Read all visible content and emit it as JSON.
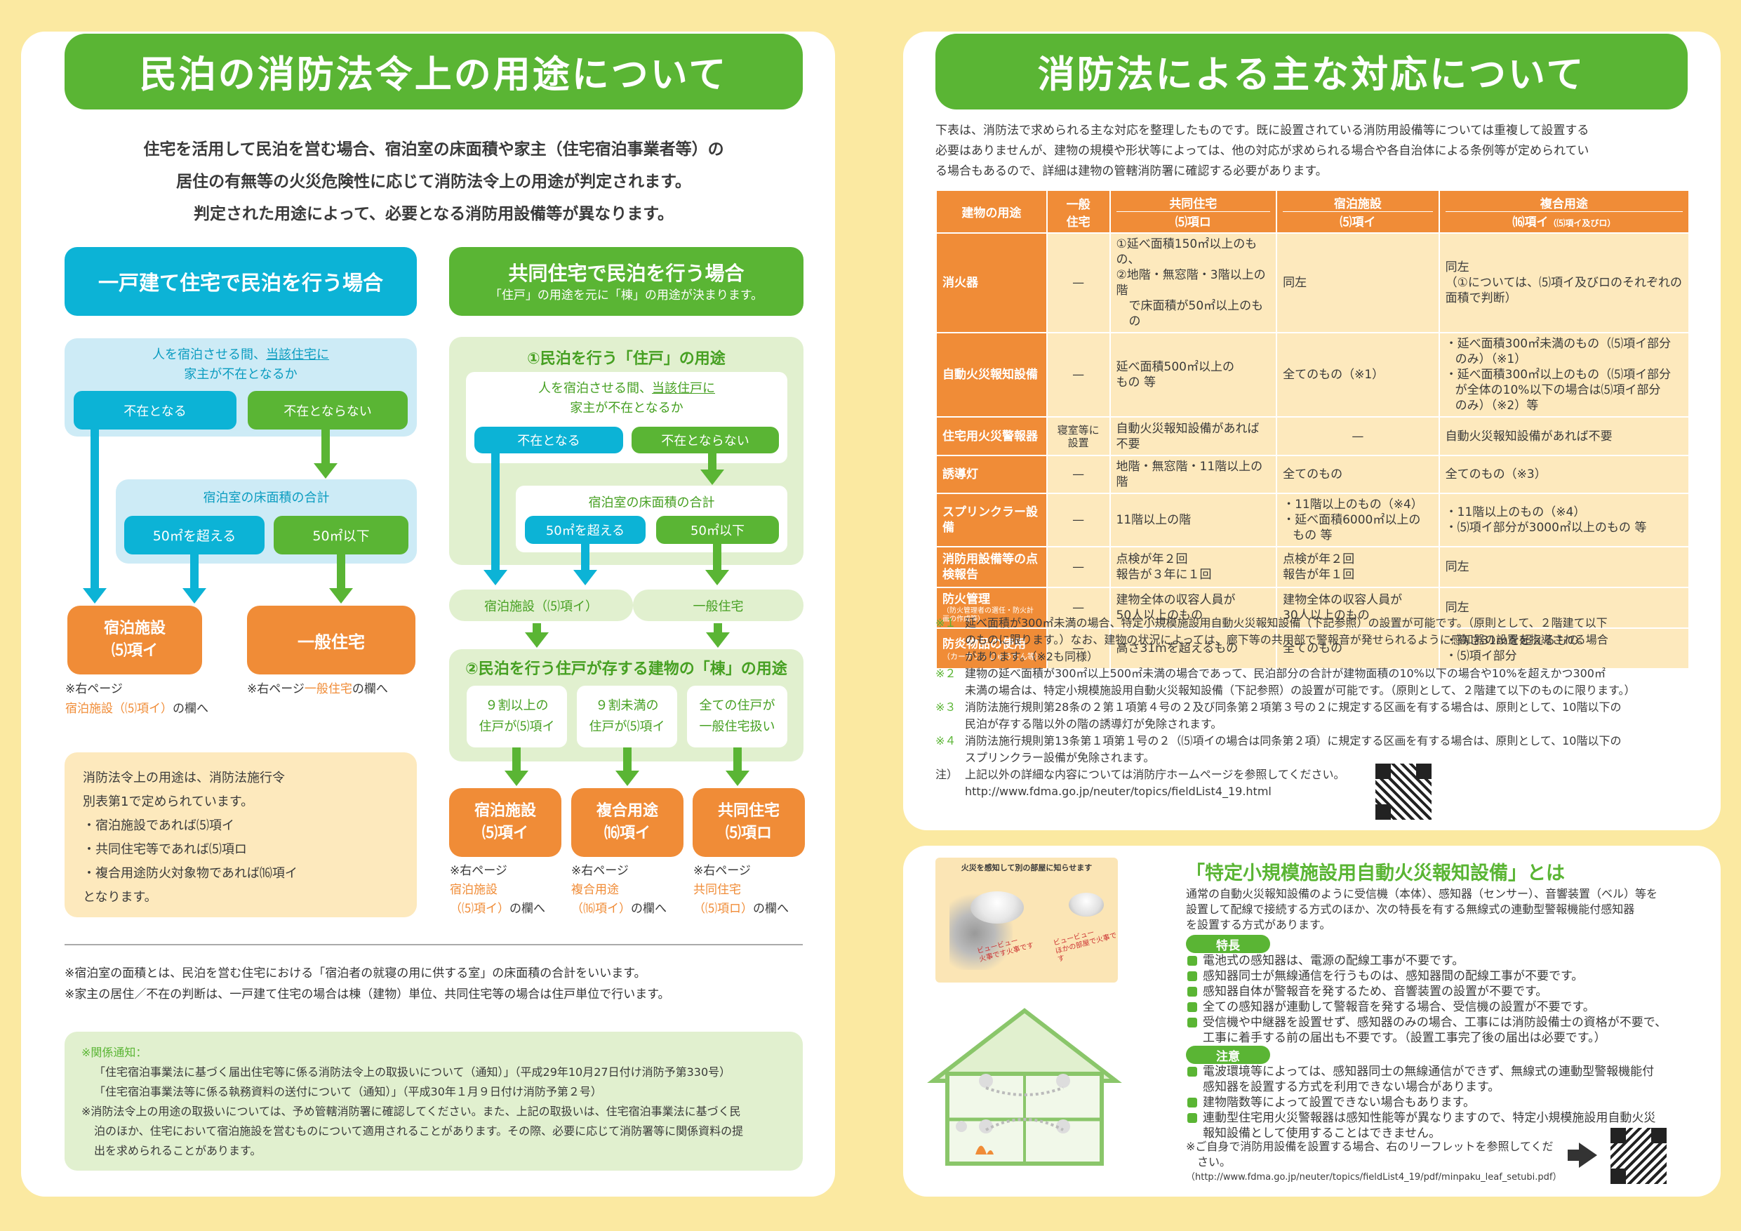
{
  "left": {
    "title": "民泊の消防法令上の用途について",
    "intro": [
      "住宅を活用して民泊を営む場合、宿泊室の床面積や家主（住宅宿泊事業者等）の",
      "居住の有無等の火災危険性に応じて消防法令上の用途が判定されます。",
      "判定された用途によって、必要となる消防用設備等が異なります。"
    ],
    "detached": {
      "header": "一戸建て住宅で民泊を行う場合",
      "q1_a": "人を宿泊させる間、",
      "q1_b": "当該住宅に",
      "q1_c": "家主が不在となるか",
      "absent": "不在となる",
      "not_absent": "不在とならない",
      "area_label": "宿泊室の床面積の合計",
      "over50": "50㎡を超える",
      "under50": "50㎡以下",
      "res1_a": "宿泊施設",
      "res1_b": "⑸項イ",
      "res2": "一般住宅",
      "res1_note_a": "※右ページ",
      "res1_note_b": "宿泊施設（⑸項イ）",
      "res1_note_c": "の欄へ",
      "res2_note_a": "※右ページ",
      "res2_note_b": "一般住宅",
      "res2_note_c": "の欄へ"
    },
    "apartment": {
      "header": "共同住宅で民泊を行う場合",
      "subheader": "「住戸」の用途を元に「棟」の用途が決まります。",
      "step1": "①民泊を行う「住戸」の用途",
      "q1_a": "人を宿泊させる間、",
      "q1_b": "当該住戸に",
      "q1_c": "家主が不在となるか",
      "absent": "不在となる",
      "not_absent": "不在とならない",
      "area_label": "宿泊室の床面積の合計",
      "over50": "50㎡を超える",
      "under50": "50㎡以下",
      "unit_res1": "宿泊施設（⑸項イ）",
      "unit_res2": "一般住宅",
      "step2": "②民泊を行う住戸が存する建物の「棟」の用途",
      "c1_a": "９割以上の",
      "c1_b": "住戸が⑸項イ",
      "c2_a": "９割未満の",
      "c2_b": "住戸が⑸項イ",
      "c3_a": "全ての住戸が",
      "c3_b": "一般住宅扱い",
      "r1_a": "宿泊施設",
      "r1_b": "⑸項イ",
      "r2_a": "複合用途",
      "r2_b": "⒃項イ",
      "r3_a": "共同住宅",
      "r3_b": "⑸項ロ",
      "n1_a": "※右ページ",
      "n1_b": "宿泊施設",
      "n1_c": "（⑸項イ）",
      "n1_d": "の欄へ",
      "n2_a": "※右ページ",
      "n2_b": "複合用途",
      "n2_c": "（⒃項イ）",
      "n2_d": "の欄へ",
      "n3_a": "※右ページ",
      "n3_b": "共同住宅",
      "n3_c": "（⑸項ロ）",
      "n3_d": "の欄へ"
    },
    "yellow_box": [
      "消防法令上の用途は、消防法施行令",
      "別表第1で定められています。",
      "・宿泊施設であれば⑸項イ",
      "・共同住宅等であれば⑸項ロ",
      "・複合用途防火対象物であれば⒃項イ",
      "となります。"
    ],
    "footnotes": [
      "※宿泊室の面積とは、民泊を営む住宅における「宿泊者の就寝の用に供する室」の床面積の合計をいいます。",
      "※家主の居住／不在の判断は、一戸建て住宅の場合は棟（建物）単位、共同住宅等の場合は住戸単位で行います。"
    ],
    "related_title": "※関係通知：",
    "related": [
      "「住宅宿泊事業法に基づく届出住宅等に係る消防法令上の取扱いについて（通知）」（平成29年10月27日付け消防予第330号）",
      "「住宅宿泊事業法等に係る執務資料の送付について（通知）」（平成30年１月９日付け消防予第２号）"
    ],
    "related_note": [
      "※消防法令上の用途の取扱いについては、予め管轄消防署に確認してください。また、上記の取扱いは、住宅宿泊事業法に基づく民",
      "泊のほか、住宅において宿泊施設を営むものについて適用されることがあります。その際、必要に応じて消防署等に関係資料の提",
      "出を求められることがあります。"
    ]
  },
  "right": {
    "title": "消防法による主な対応について",
    "intro": [
      "下表は、消防法で求められる主な対応を整理したものです。既に設置されている消防用設備等については重複して設置する",
      "必要はありませんが、建物の規模や形状等によっては、他の対応が求められる場合や各自治体による条例等が定められてい",
      "る場合もあるので、詳細は建物の管轄消防署に確認する必要があります。"
    ],
    "table": {
      "h_use": "建物の用途",
      "h_general_a": "一般",
      "h_general_b": "住宅",
      "h_apt_a": "共同住宅",
      "h_apt_b": "⑸項ロ",
      "h_hotel_a": "宿泊施設",
      "h_hotel_b": "⑸項イ",
      "h_mixed_a": "複合用途",
      "h_mixed_b": "⒃項イ",
      "h_mixed_c": "（⑸項イ及びロ）",
      "rows": [
        {
          "name": "消火器",
          "general": "—",
          "apt": [
            "①延べ面積150㎡以上のもの、",
            "②地階・無窓階・3階以上の階",
            "で床面積が50㎡以上のもの"
          ],
          "hotel": [
            "同左"
          ],
          "mixed": [
            "同左",
            "（①については、⑸項イ及びロのそれぞれの",
            "面積で判断）"
          ]
        },
        {
          "name": "自動火災報知設備",
          "general": "—",
          "apt": [
            "延べ面積500㎡以上の",
            "もの 等"
          ],
          "hotel": [
            "全てのもの（※1）"
          ],
          "mixed": [
            "・延べ面積300㎡未満のもの（⑸項イ部分",
            "のみ）（※1）",
            "・延べ面積300㎡以上のもの（⑸項イ部分",
            "が全体の10%以下の場合は⑸項イ部分",
            "のみ）（※2）等"
          ]
        },
        {
          "name": "住宅用火災警報器",
          "general": "寝室等に設置",
          "apt": [
            "自動火災報知設備があれば",
            "不要"
          ],
          "hotel": [
            "—"
          ],
          "mixed": [
            "自動火災報知設備があれば不要"
          ]
        },
        {
          "name": "誘導灯",
          "general": "—",
          "apt": [
            "地階・無窓階・11階以上の階"
          ],
          "hotel": [
            "全てのもの"
          ],
          "mixed": [
            "全てのもの（※3）"
          ]
        },
        {
          "name": "スプリンクラー設備",
          "general": "—",
          "apt": [
            "11階以上の階"
          ],
          "hotel": [
            "・11階以上のもの（※4）",
            "・延べ面積6000㎡以上の",
            "もの 等"
          ],
          "mixed": [
            "・11階以上のもの（※4）",
            "・⑸項イ部分が3000㎡以上のもの 等"
          ]
        },
        {
          "name": "消防用設備等の点検報告",
          "general": "—",
          "apt": [
            "点検が年２回",
            "報告が３年に１回"
          ],
          "hotel": [
            "点検が年２回",
            "報告が年１回"
          ],
          "mixed": [
            "同左"
          ]
        },
        {
          "name": "防火管理",
          "name_sub": "（防火管理者の選任・防火計画の作成等）",
          "general": "—",
          "apt": [
            "建物全体の収容人員が",
            "50人以上のもの"
          ],
          "hotel": [
            "建物全体の収容人員が",
            "30人以上のもの"
          ],
          "mixed": [
            "同左"
          ]
        },
        {
          "name": "防炎物品の使用",
          "name_sub": "（カーテン・じゅうたん等）",
          "general": "—",
          "apt": [
            "高さ31mを超えるもの"
          ],
          "hotel": [
            "全てのもの"
          ],
          "mixed": [
            "・高さ31mを超えるもの",
            "・⑸項イ部分"
          ]
        }
      ]
    },
    "notes": [
      {
        "mark": "※１",
        "lines": [
          "延べ面積が300㎡未満の場合、特定小規模施設用自動火災報知設備（下記参照）の設置が可能です。（原則として、２階建て以下",
          "のものに限ります。）なお、建物の状況によっては、廊下等の共用部で警報音が発せられるように感知器の設置を指導される場合",
          "があります。（※2も同様）"
        ]
      },
      {
        "mark": "※２",
        "lines": [
          "建物の延べ面積が300㎡以上500㎡未満の場合であって、民泊部分の合計が建物面積の10%以下の場合や10%を超えかつ300㎡",
          "未満の場合は、特定小規模施設用自動火災報知設備（下記参照）の設置が可能です。（原則として、２階建て以下のものに限ります。）"
        ]
      },
      {
        "mark": "※３",
        "lines": [
          "消防法施行規則第28条の２第１項第４号の２及び同条第２項第３号の２に規定する区画を有する場合は、原則として、10階以下の",
          "民泊が存する階以外の階の誘導灯が免除されます。"
        ]
      },
      {
        "mark": "※４",
        "lines": [
          "消防法施行規則第13条第１項第１号の２（⑸項イの場合は同条第２項）に規定する区画を有する場合は、原則として、10階以下の",
          "スプリンクラー設備が免除されます。"
        ]
      },
      {
        "mark": "注）",
        "lines": [
          "上記以外の詳細な内容については消防庁ホームページを参照してください。",
          "http://www.fdma.go.jp/neuter/topics/fieldList4_19.html"
        ]
      }
    ],
    "special": {
      "title": "「特定小規模施設用自動火災報知設備」とは",
      "intro": [
        "通常の自動火災報知設備のように受信機（本体）、感知器（センサー）、音響装置（ベル）等を",
        "設置して配線で接続する方式のほか、次の特長を有する無線式の連動型警報機能付感知器",
        "を設置する方式があります。"
      ],
      "feat_label": "特長",
      "features": [
        "電池式の感知器は、電源の配線工事が不要です。",
        "感知器同士が無線通信を行うものは、感知器間の配線工事が不要です。",
        "感知器自体が警報音を発するため、音響装置の設置が不要です。",
        "全ての感知器が連動して警報音を発する場合、受信機の設置が不要です。",
        "受信機や中継器を設置せず、感知器のみの場合、工事には消防設備士の資格が不要で、",
        "工事に着手する前の届出も不要です。（設置工事完了後の届出は必要です。）"
      ],
      "caution_label": "注意",
      "cautions": [
        "電波環境等によっては、感知器同士の無線通信ができず、無線式の連動型警報機能付",
        "感知器を設置する方式を利用できない場合があります。",
        "建物階数等によって設置できない場合もあります。",
        "連動型住宅用火災警報器は感知性能等が異なりますので、特定小規模施設用自動火災",
        "報知設備として使用することはできません。"
      ],
      "leaflet": [
        "※ご自身で消防用設備を設置する場合、右のリーフレットを参照してくだ",
        "さい。",
        "（http://www.fdma.go.jp/neuter/topics/fieldList4_19/pdf/minpaku_leaf_setubi.pdf）"
      ],
      "illus_caption": "火災を感知して別の部屋に知らせます",
      "bubble1": [
        "ビュービュー",
        "火事です火事です"
      ],
      "bubble2": [
        "ビュービュー",
        "ほかの部屋で火事です"
      ]
    }
  },
  "colors": {
    "green": "#5ab534",
    "blue": "#0cb3d6",
    "orange": "#f08c37",
    "yellow": "#fbe9a1"
  }
}
